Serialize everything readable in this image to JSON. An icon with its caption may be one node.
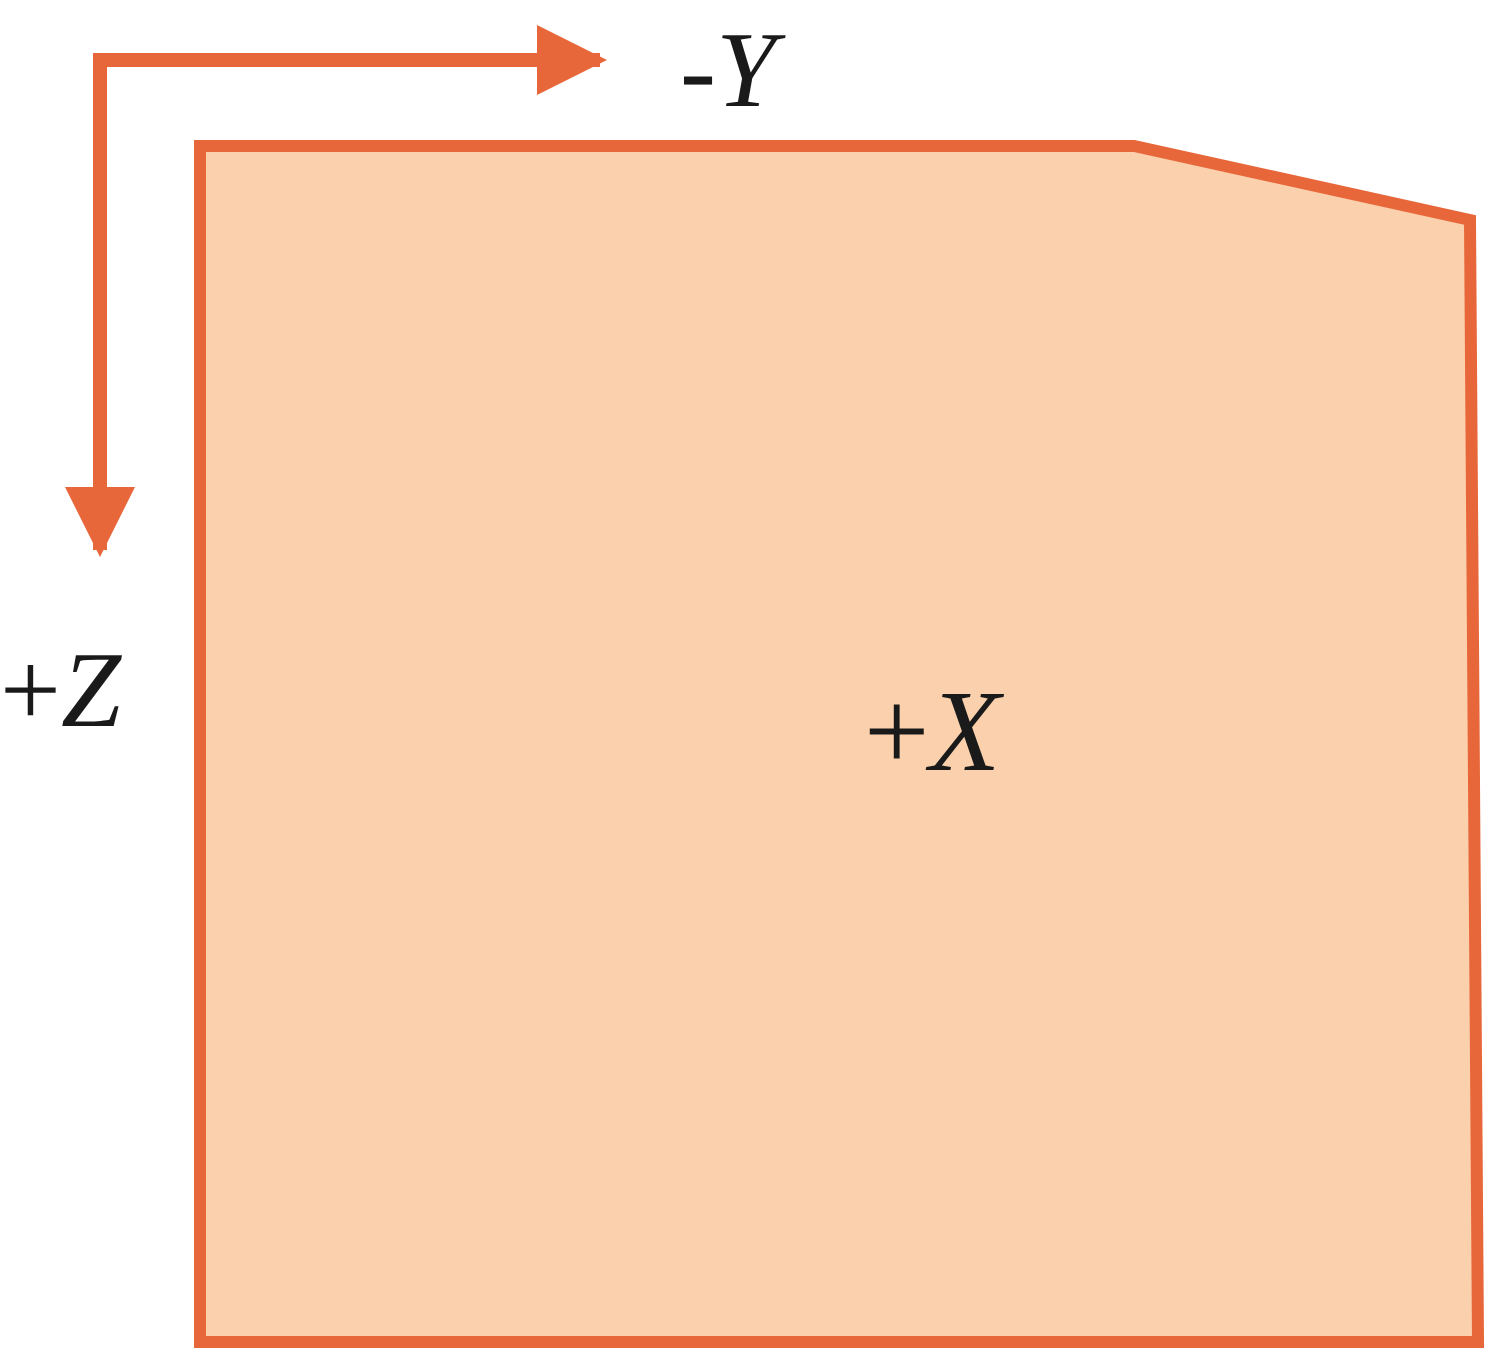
{
  "diagram": {
    "nodes": [
      {
        "text": [
          "+*X*"
        ]
      }
    ],
    "edges": [],
    "labels": [
      "-*Y*",
      "+*Z*"
    ]
  }
}
